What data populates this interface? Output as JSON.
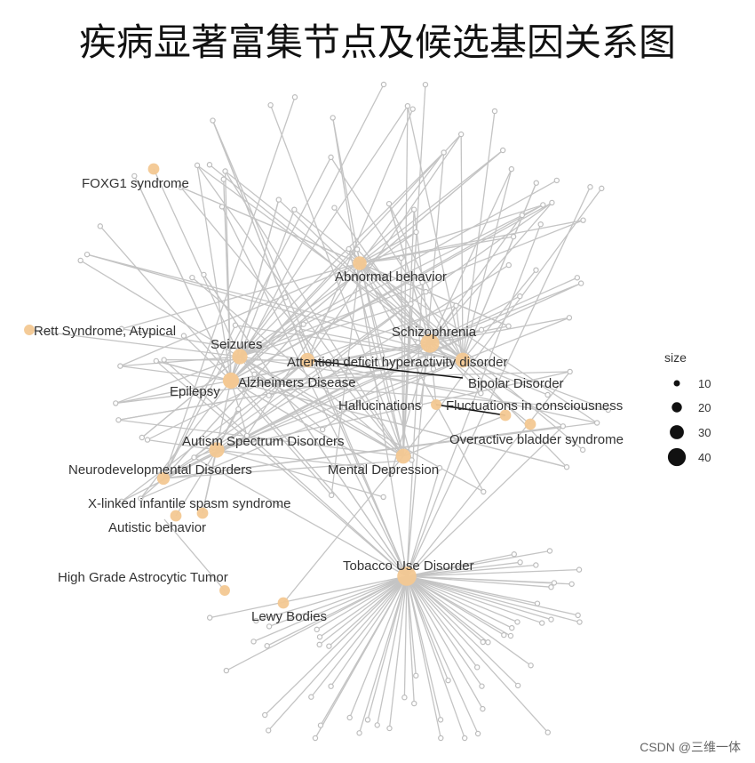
{
  "title": "疾病显著富集节点及候选基因关系图",
  "watermark": "CSDN @三维一体",
  "colors": {
    "edge": "#c4c4c4",
    "gene": "#bdbdbd",
    "disease": "#f3c892",
    "strong_edge": "#111111",
    "legend": "#111111"
  },
  "legend": {
    "title": "size",
    "items": [
      "10",
      "20",
      "30",
      "40"
    ]
  },
  "diseases": [
    {
      "id": "foxg1",
      "label": "FOXG1 syndrome",
      "size": 8
    },
    {
      "id": "rett",
      "label": "Rett Syndrome, Atypical",
      "size": 6
    },
    {
      "id": "abnormal",
      "label": "Abnormal behavior",
      "size": 16
    },
    {
      "id": "schizo",
      "label": "Schizophrenia",
      "size": 40
    },
    {
      "id": "adhd",
      "label": "Attention deficit hyperactivity disorder",
      "size": 18
    },
    {
      "id": "bipolar",
      "label": "Bipolar Disorder",
      "size": 20
    },
    {
      "id": "seizures",
      "label": "Seizures",
      "size": 22
    },
    {
      "id": "alz",
      "label": "Alzheimers Disease",
      "size": 20
    },
    {
      "id": "epilepsy",
      "label": "Epilepsy",
      "size": 26
    },
    {
      "id": "halluc",
      "label": "Hallucinations",
      "size": 6
    },
    {
      "id": "fluct",
      "label": "Fluctuations in consciousness",
      "size": 8
    },
    {
      "id": "asd",
      "label": "Autism Spectrum Disorders",
      "size": 22
    },
    {
      "id": "overactive",
      "label": "Overactive bladder syndrome",
      "size": 8
    },
    {
      "id": "neurodev",
      "label": "Neurodevelopmental Disorders",
      "size": 12
    },
    {
      "id": "mental",
      "label": "Mental Depression",
      "size": 20
    },
    {
      "id": "xlinked",
      "label": "X-linked infantile spasm syndrome",
      "size": 8
    },
    {
      "id": "autistic",
      "label": "Autistic behavior",
      "size": 8
    },
    {
      "id": "tobacco",
      "label": "Tobacco Use Disorder",
      "size": 42
    },
    {
      "id": "astro",
      "label": "High Grade Astrocytic Tumor",
      "size": 6
    },
    {
      "id": "lewy",
      "label": "Lewy Bodies",
      "size": 8
    }
  ],
  "strong_edges": [
    [
      "halluc",
      "fluct"
    ],
    [
      "adhd",
      "bipolar"
    ]
  ]
}
